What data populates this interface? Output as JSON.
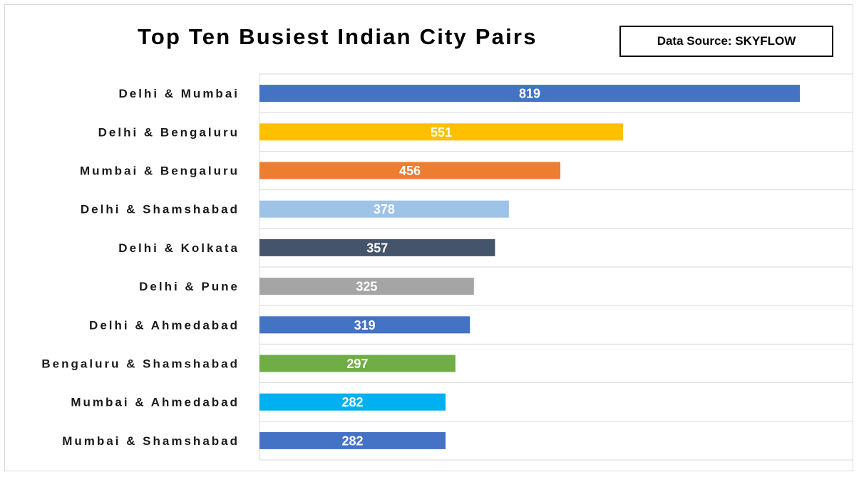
{
  "chart_data": {
    "type": "bar",
    "orientation": "horizontal",
    "title": "Top Ten Busiest Indian City Pairs",
    "source_note": "Data Source: SKYFLOW",
    "categories": [
      "Delhi & Mumbai",
      "Delhi & Bengaluru",
      "Mumbai & Bengaluru",
      "Delhi & Shamshabad",
      "Delhi & Kolkata",
      "Delhi & Pune",
      "Delhi & Ahmedabad",
      "Bengaluru & Shamshabad",
      "Mumbai & Ahmedabad",
      "Mumbai & Shamshabad"
    ],
    "values": [
      819,
      551,
      456,
      378,
      357,
      325,
      319,
      297,
      282,
      282
    ],
    "colors": [
      "#4472c4",
      "#ffc000",
      "#ed7d31",
      "#9dc3e6",
      "#44546a",
      "#a5a5a5",
      "#4472c4",
      "#70ad47",
      "#00b0f0",
      "#4472c4"
    ],
    "xlim": [
      0,
      900
    ],
    "grid": true,
    "data_labels": true,
    "legend": "none"
  }
}
